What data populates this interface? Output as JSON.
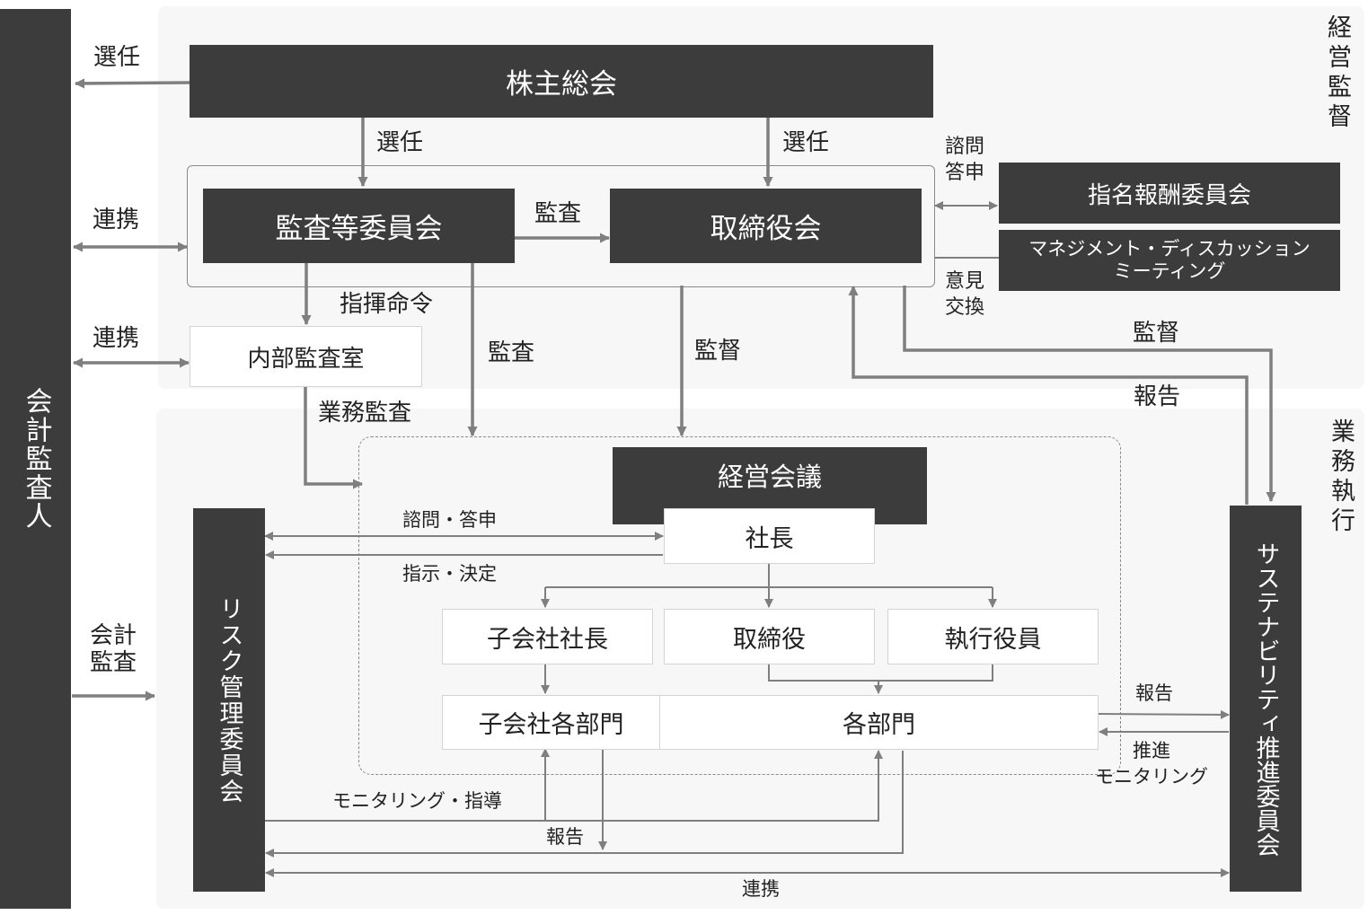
{
  "sections": {
    "management_supervision": "経営監督",
    "business_execution": "業務執行"
  },
  "nodes": {
    "accounting_auditor": "会計監査人",
    "shareholders_meeting": "株主総会",
    "audit_committee": "監査等委員会",
    "board_of_directors": "取締役会",
    "nomination_committee": "指名報酬委員会",
    "management_discussion_line1": "マネジメント・ディスカッション",
    "management_discussion_line2": "ミーティング",
    "internal_audit_office": "内部監査室",
    "management_council": "経営会議",
    "president": "社長",
    "subsidiary_president": "子会社社長",
    "director": "取締役",
    "executive_officer": "執行役員",
    "subsidiary_departments": "子会社各部門",
    "departments": "各部門",
    "risk_committee": "リスク管理委員会",
    "sustainability_committee": "サステナビリティ推進委員会"
  },
  "labels": {
    "elect_left": "選任",
    "elect_center_1": "選任",
    "elect_center_2": "選任",
    "cooperate_1": "連携",
    "cooperate_2": "連携",
    "accounting_audit_line1": "会計",
    "accounting_audit_line2": "監査",
    "audit_arrow": "監査",
    "consult_line1": "諮問",
    "consult_line2": "答申",
    "opinion_line1": "意見",
    "opinion_line2": "交換",
    "command": "指揮命令",
    "audit_down": "監査",
    "supervise_down": "監督",
    "supervise_right": "監督",
    "report_right": "報告",
    "business_audit": "業務監査",
    "consult_answer": "諮問・答申",
    "instruct_decide": "指示・決定",
    "report_sust": "報告",
    "promote": "推進",
    "monitoring": "モニタリング",
    "monitor_guide": "モニタリング・指導",
    "report_bottom": "報告",
    "cooperate_bottom": "連携"
  }
}
